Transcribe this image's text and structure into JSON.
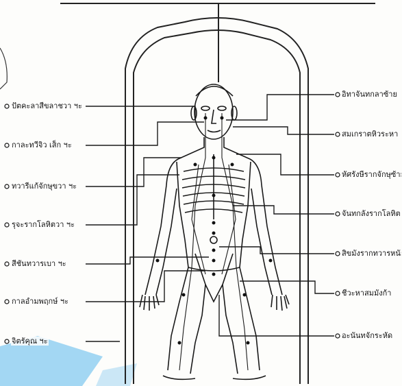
{
  "left_labels": [
    "ปัตคะลาสีขลาชวา ฯะ",
    "กาละทวีจิว เส็ก ฯะ",
    "ทวารีแก้จักษุขวา ฯะ",
    "รุจะรากโลหิตวา ฯะ",
    "สีชันทวารเบา ฯะ",
    "กาลอำมพฤกษ์ ฯะ",
    "จิตรัคุณ ฯะ"
  ],
  "right_labels": [
    "อิทาจันทกลาซ้าย",
    "สมเกราตหิวระหา",
    "หัศรังษีรากจักษุซ้าย",
    "จันทกลังรากโลหิต",
    "สิขมังรากทวารหนัก",
    "ชีวะหาสมมังก้า",
    "อะนันทจักระหัด"
  ],
  "colors": {
    "ink": "#111111",
    "paper": "#fdfdfb",
    "accent": "#39a9e6"
  }
}
